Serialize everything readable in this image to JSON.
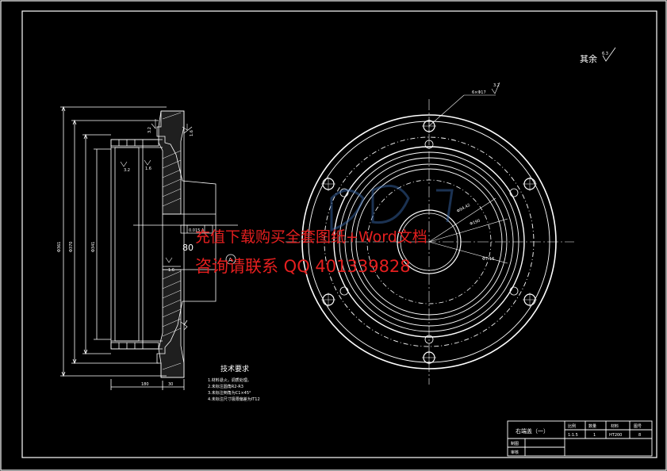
{
  "drawing": {
    "roughness_note": "其余",
    "roughness_value": "6.3",
    "dim_80": "80",
    "dims_left": [
      "Φ361",
      "Φ370",
      "Φ341"
    ],
    "dims_bottom": [
      "180",
      "30"
    ],
    "roughness_left": [
      "3.2",
      "1.6",
      "3.2",
      "1.6",
      "1.6"
    ],
    "tolerance_box": "0.015 A",
    "datum": "A",
    "circle_labels": [
      "6×Φ17",
      "Φ94.42",
      "Φ190",
      "Φ7-16"
    ],
    "roughness_right": "3.2"
  },
  "requirements": {
    "title": "技术要求",
    "items": [
      "1.材料退火，调质处理。",
      "2.未标注圆角R2-R3",
      "3.未标注倒角为C1×45°",
      "4.未标注尺寸极限偏差为IT12"
    ]
  },
  "title_block": {
    "part_name": "右端盖（一）",
    "headers": [
      "比例",
      "数量",
      "材料",
      "图号"
    ],
    "values": [
      "1:1.5",
      "1",
      "HT200",
      "8"
    ],
    "row_labels": [
      "制图",
      "审核"
    ]
  },
  "watermark": {
    "line1": "充值下载购买全套图纸+Word文档",
    "line2": "咨询请联系 QQ 401339828"
  }
}
